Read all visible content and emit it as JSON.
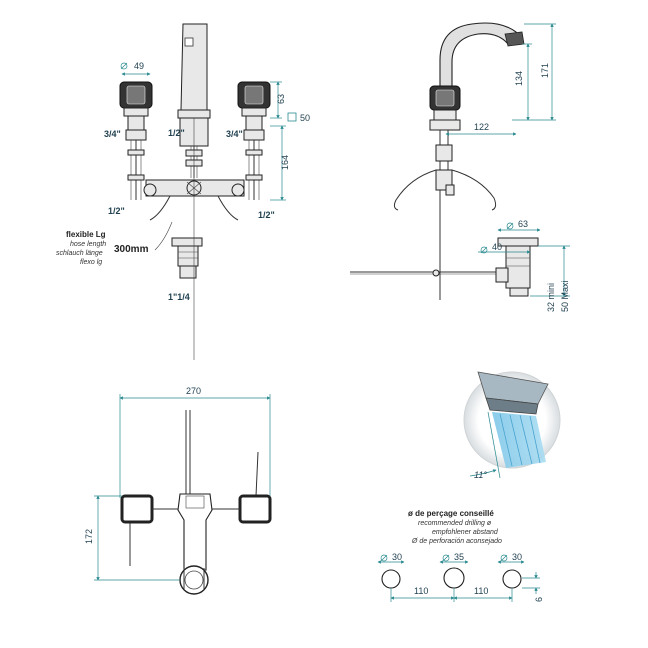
{
  "front_view": {
    "dia_handle": "49",
    "thread_left": "3/4\"",
    "thread_spout": "1/2\"",
    "thread_right": "3/4\"",
    "thread_low_left": "1/2\"",
    "thread_low_right": "1/2\"",
    "dim_63": "63",
    "dim_50": "50",
    "dim_164": "164",
    "hose_title": "flexible Lg",
    "hose_en": "hose length",
    "hose_de": "schlauch länge",
    "hose_it": "flexo lg",
    "hose_length": "300mm",
    "waste_thread": "1\"1/4"
  },
  "side_view": {
    "dim_134": "134",
    "dim_171": "171",
    "dim_122": "122",
    "dia_waste_top": "63",
    "dia_waste_mid": "40",
    "dim_32_mini": "32 mini",
    "dim_50_maxi": "50 Maxi"
  },
  "plan_view": {
    "dim_270": "270",
    "dim_172": "172"
  },
  "aerator": {
    "angle": "11°"
  },
  "drilling": {
    "title": "ø de perçage conseillé",
    "en": "recommended drilling ø",
    "de": "empfohlener abstand",
    "es": "Ø de perforación aconsejado",
    "dia_left": "30",
    "dia_center": "35",
    "dia_right": "30",
    "spacing_left": "110",
    "spacing_right": "110",
    "dim_6": "6"
  }
}
